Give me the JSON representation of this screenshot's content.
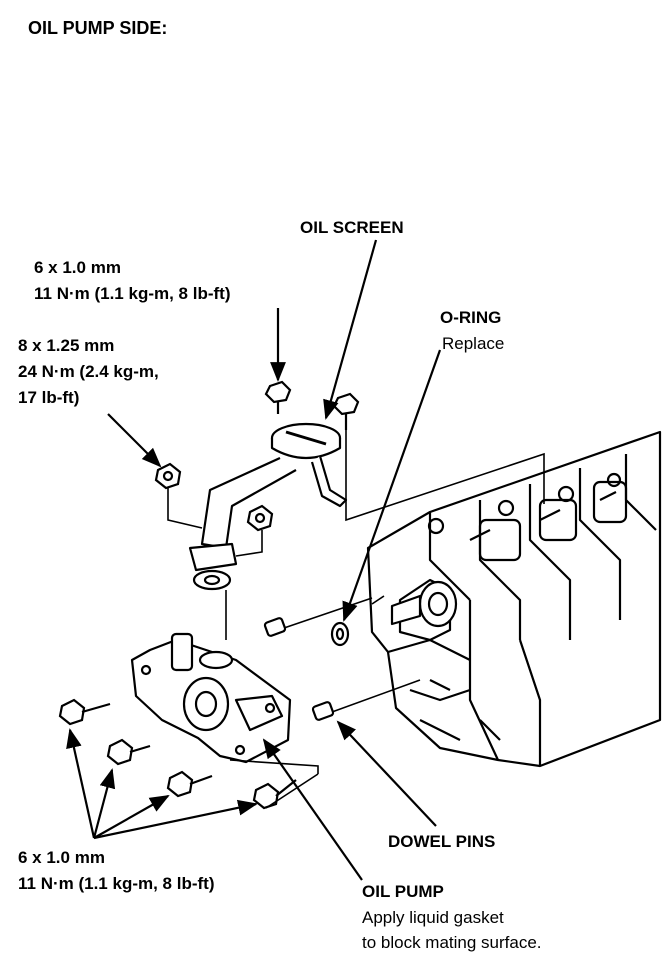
{
  "header": {
    "title": "OIL PUMP SIDE:"
  },
  "callouts": {
    "oil_screen": {
      "title": "OIL SCREEN"
    },
    "bolt_screen": {
      "size": "6 x 1.0 mm",
      "torque": "11 N·m (1.1 kg-m, 8 lb-ft)"
    },
    "nut_screen": {
      "size": "8 x 1.25 mm",
      "torque_line1": "24 N·m (2.4 kg-m,",
      "torque_line2": "17 lb-ft)"
    },
    "o_ring": {
      "title": "O-RING",
      "note": "Replace"
    },
    "dowel_pins": {
      "title": "DOWEL PINS"
    },
    "bolts_pump": {
      "size": "6 x 1.0 mm",
      "torque": "11 N·m (1.1 kg-m, 8 lb-ft)"
    },
    "oil_pump": {
      "title": "OIL PUMP",
      "note_line1": "Apply liquid gasket",
      "note_line2": "to block mating surface."
    }
  }
}
